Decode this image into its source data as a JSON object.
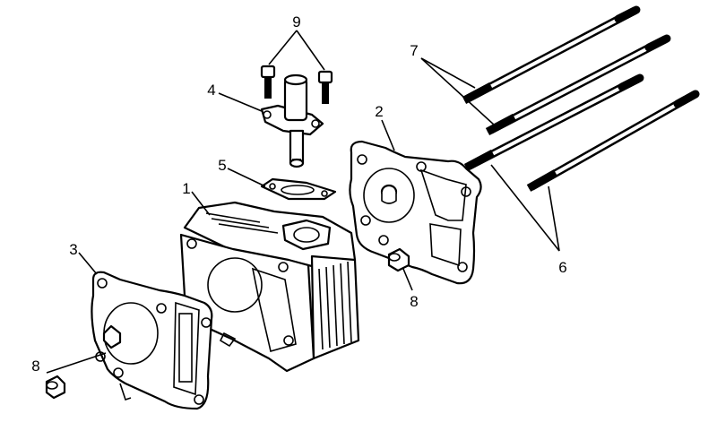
{
  "callouts": {
    "n1": "1",
    "n2": "2",
    "n3": "3",
    "n4": "4",
    "n5": "5",
    "n6": "6",
    "n7": "7",
    "n8a": "8",
    "n8b": "8",
    "n9": "9"
  }
}
